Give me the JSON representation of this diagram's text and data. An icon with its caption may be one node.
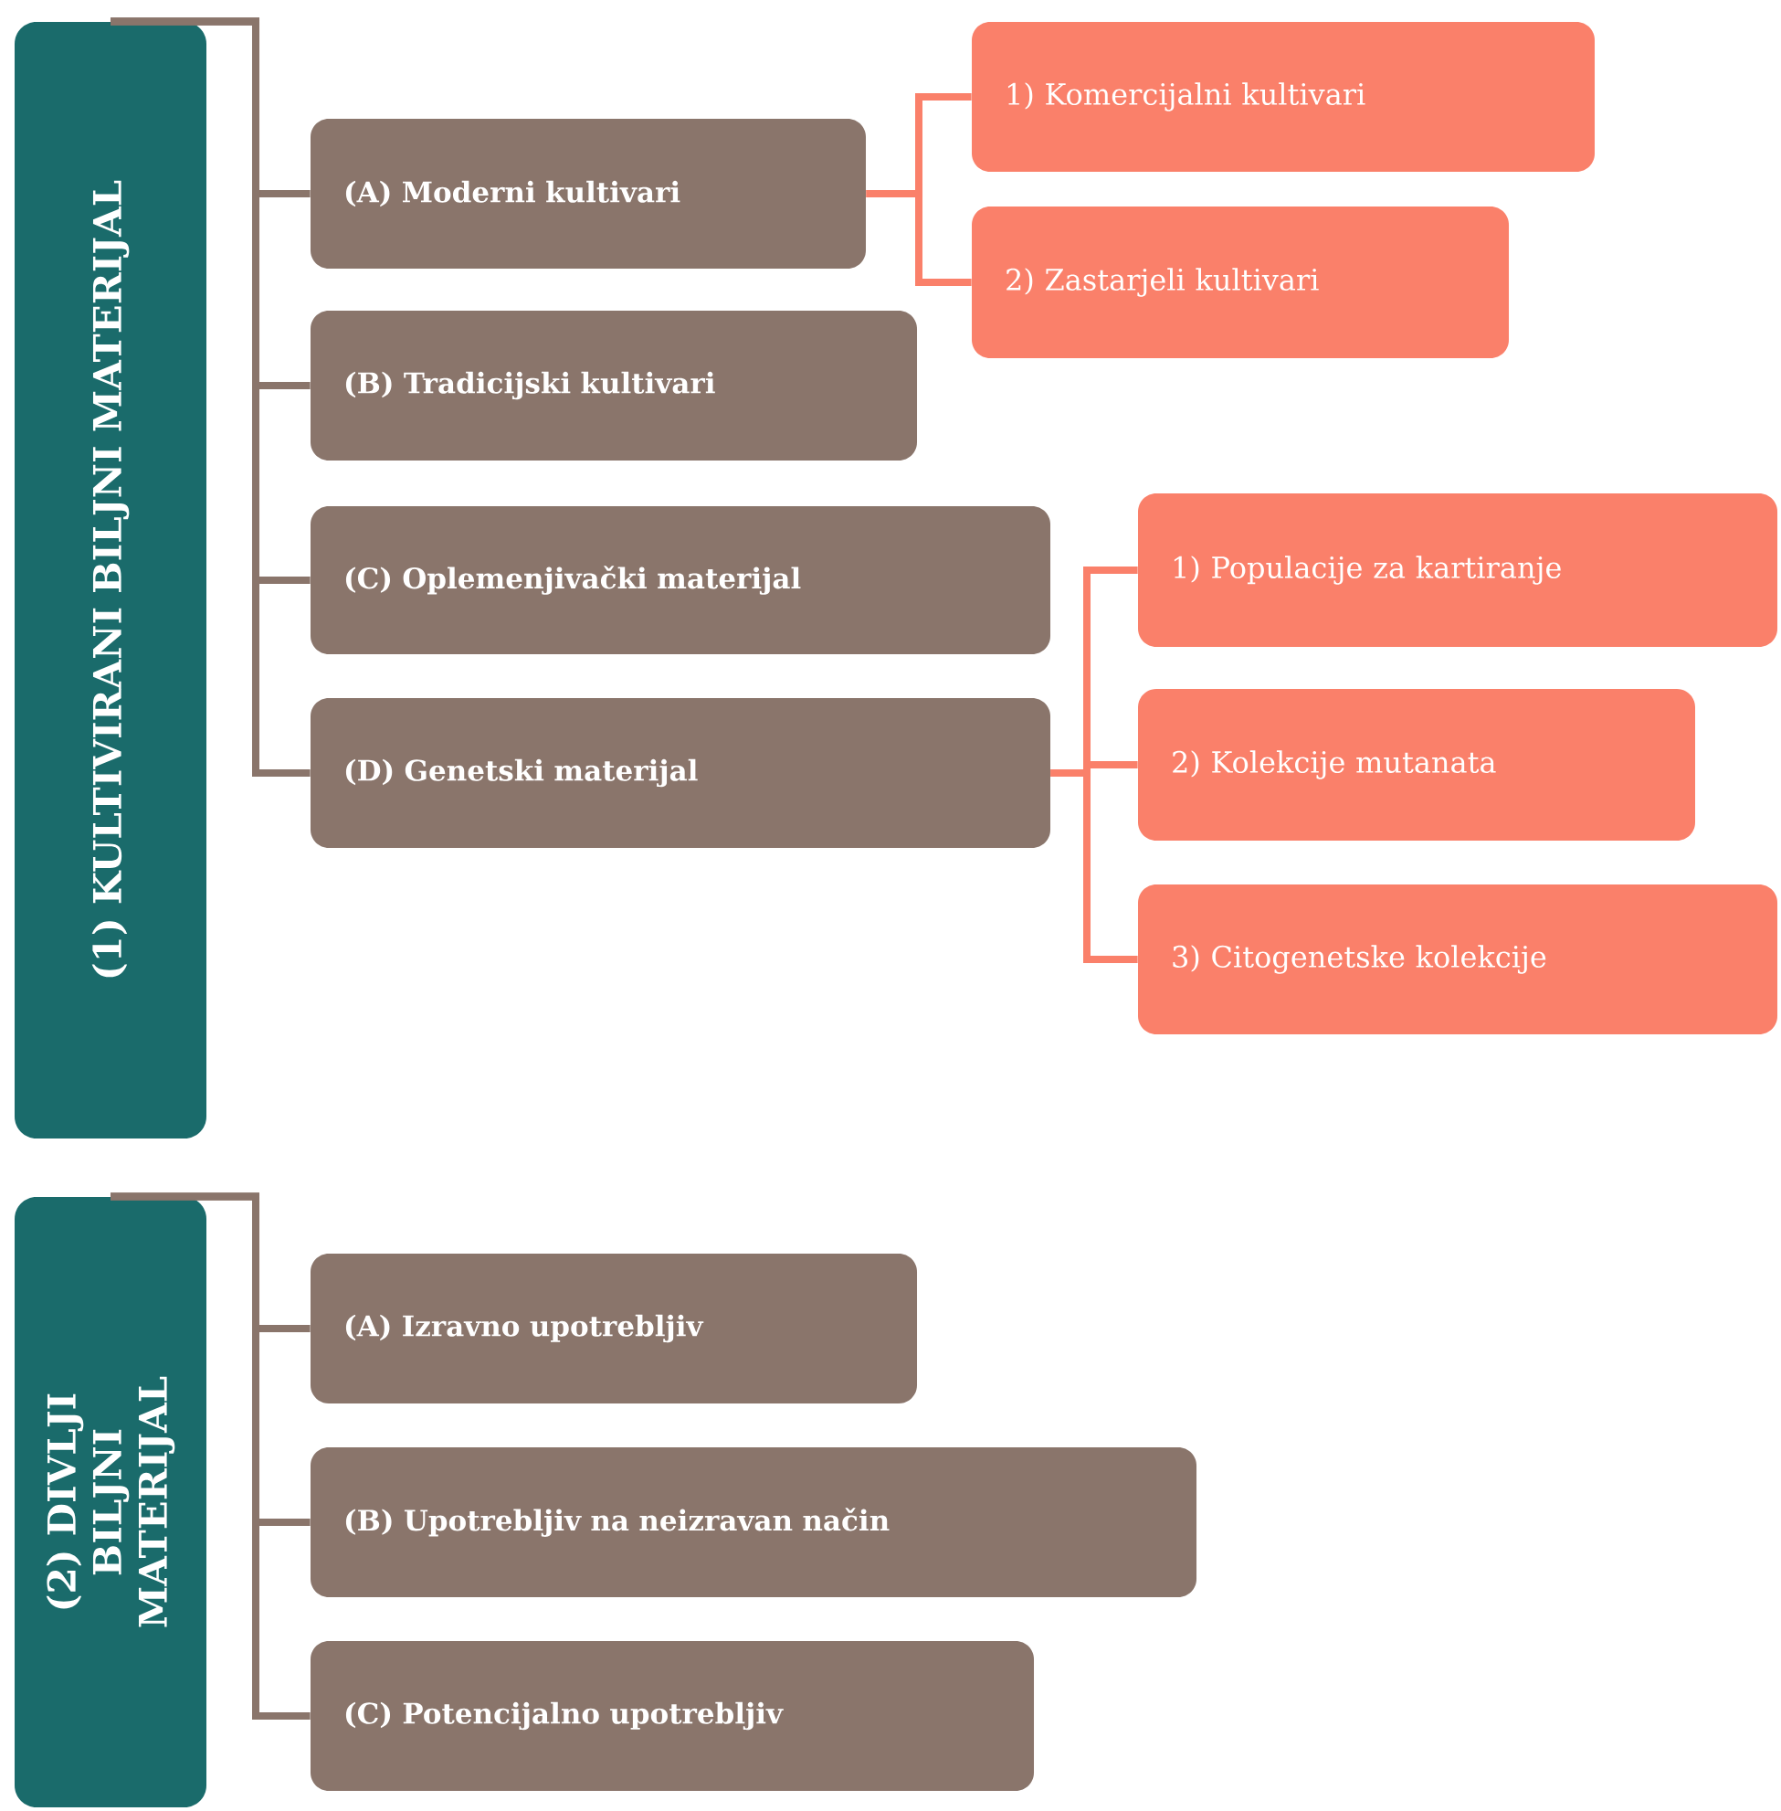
{
  "diagram": {
    "nodes": [
      {
        "text": [
          "(1) KULTIVIRANI BILJNI MATERIJAL"
        ]
      },
      {
        "text": [
          "(A) Moderni kultivari"
        ]
      },
      {
        "text": [
          "1) Komercijalni kultivari"
        ]
      },
      {
        "text": [
          "2) Zastarjeli kultivari"
        ]
      },
      {
        "text": [
          "(B) Tradicijski kultivari"
        ]
      },
      {
        "text": [
          "(C) Oplemenjivački materijal"
        ]
      },
      {
        "text": [
          "(D) Genetski materijal"
        ]
      },
      {
        "text": [
          "1) Populacije za kartiranje"
        ]
      },
      {
        "text": [
          "2) Kolekcije mutanata"
        ]
      },
      {
        "text": [
          "3) Citogenetske kolekcije"
        ]
      },
      {
        "text": [
          "(2) DIVLJI BILJNI MATERIJAL"
        ]
      },
      {
        "text": [
          "(A) Izravno upotrebljiv"
        ]
      },
      {
        "text": [
          "(B) Upotrebljiv na neizravan način"
        ]
      },
      {
        "text": [
          "(C) Potencijalno upotrebljiv"
        ]
      }
    ],
    "edges": [
      {
        "from": 0,
        "to": 1,
        "arrow": "none"
      },
      {
        "from": 0,
        "to": 4,
        "arrow": "none"
      },
      {
        "from": 0,
        "to": 5,
        "arrow": "none"
      },
      {
        "from": 0,
        "to": 6,
        "arrow": "none"
      },
      {
        "from": 1,
        "to": 2,
        "arrow": "none",
        "color": "#fa806a"
      },
      {
        "from": 1,
        "to": 3,
        "arrow": "none",
        "color": "#fa806a"
      },
      {
        "from": 6,
        "to": 7,
        "arrow": "none",
        "color": "#fa806a"
      },
      {
        "from": 6,
        "to": 8,
        "arrow": "none",
        "color": "#fa806a"
      },
      {
        "from": 6,
        "to": 9,
        "arrow": "none",
        "color": "#fa806a"
      },
      {
        "from": 10,
        "to": 11,
        "arrow": "none"
      },
      {
        "from": 10,
        "to": 12,
        "arrow": "none"
      },
      {
        "from": 10,
        "to": 13,
        "arrow": "none"
      }
    ]
  }
}
